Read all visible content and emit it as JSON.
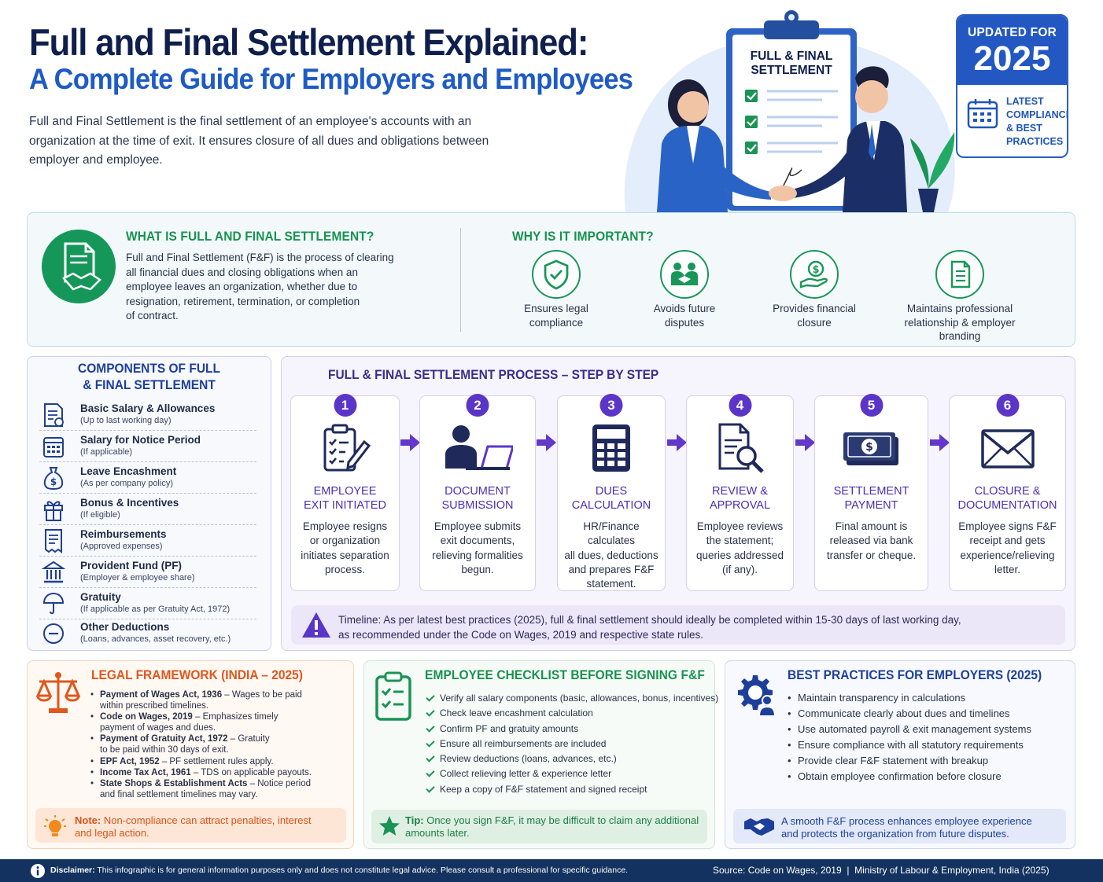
{
  "header": {
    "title_line1": "Full and Final Settlement Explained:",
    "title_line2": "A Complete Guide for Employers and Employees",
    "intro": "Full and Final Settlement is the final settlement of an employee's accounts with an organization at the time of exit. It ensures closure of all dues and obligations between employer and employee."
  },
  "clipboard": {
    "line1": "FULL & FINAL",
    "line2": "SETTLEMENT"
  },
  "badge": {
    "top_label": "UPDATED FOR",
    "year": "2025",
    "line1": "LATEST",
    "line2": "COMPLIANCE",
    "line3": "& BEST",
    "line4": "PRACTICES"
  },
  "what": {
    "heading": "WHAT IS FULL AND FINAL SETTLEMENT?",
    "lines": [
      "Full and Final Settlement (F&F) is the process of clearing",
      "all financial dues and closing obligations when an",
      "employee leaves an organization, whether due to",
      "resignation, retirement, termination, or completion",
      "of contract."
    ]
  },
  "why": {
    "heading": "WHY IS IT IMPORTANT?",
    "items": [
      {
        "icon": "shield-check-icon",
        "line1": "Ensures legal",
        "line2": "compliance",
        "line3": ""
      },
      {
        "icon": "people-handshake-icon",
        "line1": "Avoids future",
        "line2": "disputes",
        "line3": ""
      },
      {
        "icon": "hand-coin-icon",
        "line1": "Provides financial",
        "line2": "closure",
        "line3": ""
      },
      {
        "icon": "document-icon",
        "line1": "Maintains professional",
        "line2": "relationship & employer",
        "line3": "branding"
      }
    ]
  },
  "components": {
    "heading_line1": "COMPONENTS OF FULL",
    "heading_line2": "& FINAL SETTLEMENT",
    "items": [
      {
        "icon": "payslip-icon",
        "title": "Basic Salary & Allowances",
        "sub": "(Up to last working day)"
      },
      {
        "icon": "calendar-icon",
        "title": "Salary for Notice Period",
        "sub": "(If applicable)"
      },
      {
        "icon": "money-bag-icon",
        "title": "Leave Encashment",
        "sub": "(As per company policy)"
      },
      {
        "icon": "gift-icon",
        "title": "Bonus & Incentives",
        "sub": "(If eligible)"
      },
      {
        "icon": "receipt-icon",
        "title": "Reimbursements",
        "sub": "(Approved expenses)"
      },
      {
        "icon": "bank-icon",
        "title": "Provident Fund (PF)",
        "sub": "(Employer & employee share)"
      },
      {
        "icon": "umbrella-icon",
        "title": "Gratuity",
        "sub": "(If applicable as per Gratuity Act, 1972)"
      },
      {
        "icon": "minus-circle-icon",
        "title": "Other Deductions",
        "sub": "(Loans, advances, asset recovery, etc.)"
      }
    ]
  },
  "process": {
    "heading": "FULL & FINAL SETTLEMENT PROCESS – STEP BY STEP",
    "steps": [
      {
        "num": "1",
        "icon": "clipboard-pen-icon",
        "t1": "EMPLOYEE",
        "t2": "EXIT INITIATED",
        "d": [
          "Employee resigns",
          "or organization",
          "initiates separation",
          "process."
        ]
      },
      {
        "num": "2",
        "icon": "person-laptop-icon",
        "t1": "DOCUMENT",
        "t2": "SUBMISSION",
        "d": [
          "Employee submits",
          "exit documents,",
          "relieving formalities",
          "begun."
        ]
      },
      {
        "num": "3",
        "icon": "calculator-icon",
        "t1": "DUES",
        "t2": "CALCULATION",
        "d": [
          "HR/Finance calculates",
          "all dues, deductions",
          "and prepares F&F",
          "statement."
        ]
      },
      {
        "num": "4",
        "icon": "document-search-icon",
        "t1": "REVIEW &",
        "t2": "APPROVAL",
        "d": [
          "Employee reviews",
          "the statement;",
          "queries addressed",
          "(if any)."
        ]
      },
      {
        "num": "5",
        "icon": "banknote-icon",
        "t1": "SETTLEMENT",
        "t2": "PAYMENT",
        "d": [
          "Final amount is",
          "released via bank",
          "transfer or cheque.",
          ""
        ]
      },
      {
        "num": "6",
        "icon": "envelope-icon",
        "t1": "CLOSURE &",
        "t2": "DOCUMENTATION",
        "d": [
          "Employee signs F&F",
          "receipt and gets",
          "experience/relieving",
          "letter."
        ]
      }
    ],
    "timeline_line1": "Timeline: As per latest best practices (2025), full & final settlement should ideally be completed within 15-30 days of last working day,",
    "timeline_line2": "as recommended under the Code on Wages, 2019 and respective state rules."
  },
  "legal": {
    "heading": "LEGAL FRAMEWORK (INDIA – 2025)",
    "items": [
      {
        "b": "Payment of Wages Act, 1936",
        "r1": " – Wages to be paid",
        "r2": "within prescribed timelines."
      },
      {
        "b": "Code on Wages, 2019",
        "r1": " – Emphasizes timely",
        "r2": "payment of wages and dues."
      },
      {
        "b": "Payment of Gratuity Act, 1972",
        "r1": " – Gratuity",
        "r2": "to be paid within 30 days of exit."
      },
      {
        "b": "EPF Act, 1952",
        "r1": " – PF settlement rules apply.",
        "r2": ""
      },
      {
        "b": "Income Tax Act, 1961",
        "r1": " – TDS on applicable payouts.",
        "r2": ""
      },
      {
        "b": "State Shops & Establishment Acts",
        "r1": " – Notice period",
        "r2": "and final settlement timelines may vary."
      }
    ],
    "note_label": "Note:",
    "note_line1": " Non-compliance can attract penalties, interest",
    "note_line2": "and legal action."
  },
  "checklist": {
    "heading": "EMPLOYEE CHECKLIST BEFORE SIGNING F&F",
    "items": [
      "Verify all salary components (basic, allowances, bonus, incentives)",
      "Check leave encashment calculation",
      "Confirm PF and gratuity amounts",
      "Ensure all reimbursements are included",
      "Review deductions (loans, advances, etc.)",
      "Collect relieving letter & experience letter",
      "Keep a copy of F&F statement and signed receipt"
    ],
    "tip_label": "Tip:",
    "tip_line1": " Once you sign F&F, it may be difficult to claim any additional",
    "tip_line2": "amounts later."
  },
  "best": {
    "heading": "BEST PRACTICES FOR EMPLOYERS (2025)",
    "items": [
      "Maintain transparency in calculations",
      "Communicate clearly about dues and timelines",
      "Use automated payroll & exit management systems",
      "Ensure compliance with all statutory requirements",
      "Provide clear F&F statement with breakup",
      "Obtain employee confirmation before closure"
    ],
    "note_line1": "A smooth F&F process enhances employee experience",
    "note_line2": "and protects the organization from future disputes."
  },
  "footer": {
    "disclaimer_label": "Disclaimer:",
    "disclaimer": " This infographic is for general information purposes only and does not constitute legal advice. Please consult a professional for specific guidance.",
    "source": "Source: Code on Wages, 2019  |  Ministry of Labour & Employment, India (2025)"
  },
  "colors": {
    "navy": "#0f1f4d",
    "blue": "#1e5bc6",
    "green": "#17924f",
    "purple": "#5b35c8",
    "orange": "#e0571c",
    "footer": "#13325f"
  }
}
